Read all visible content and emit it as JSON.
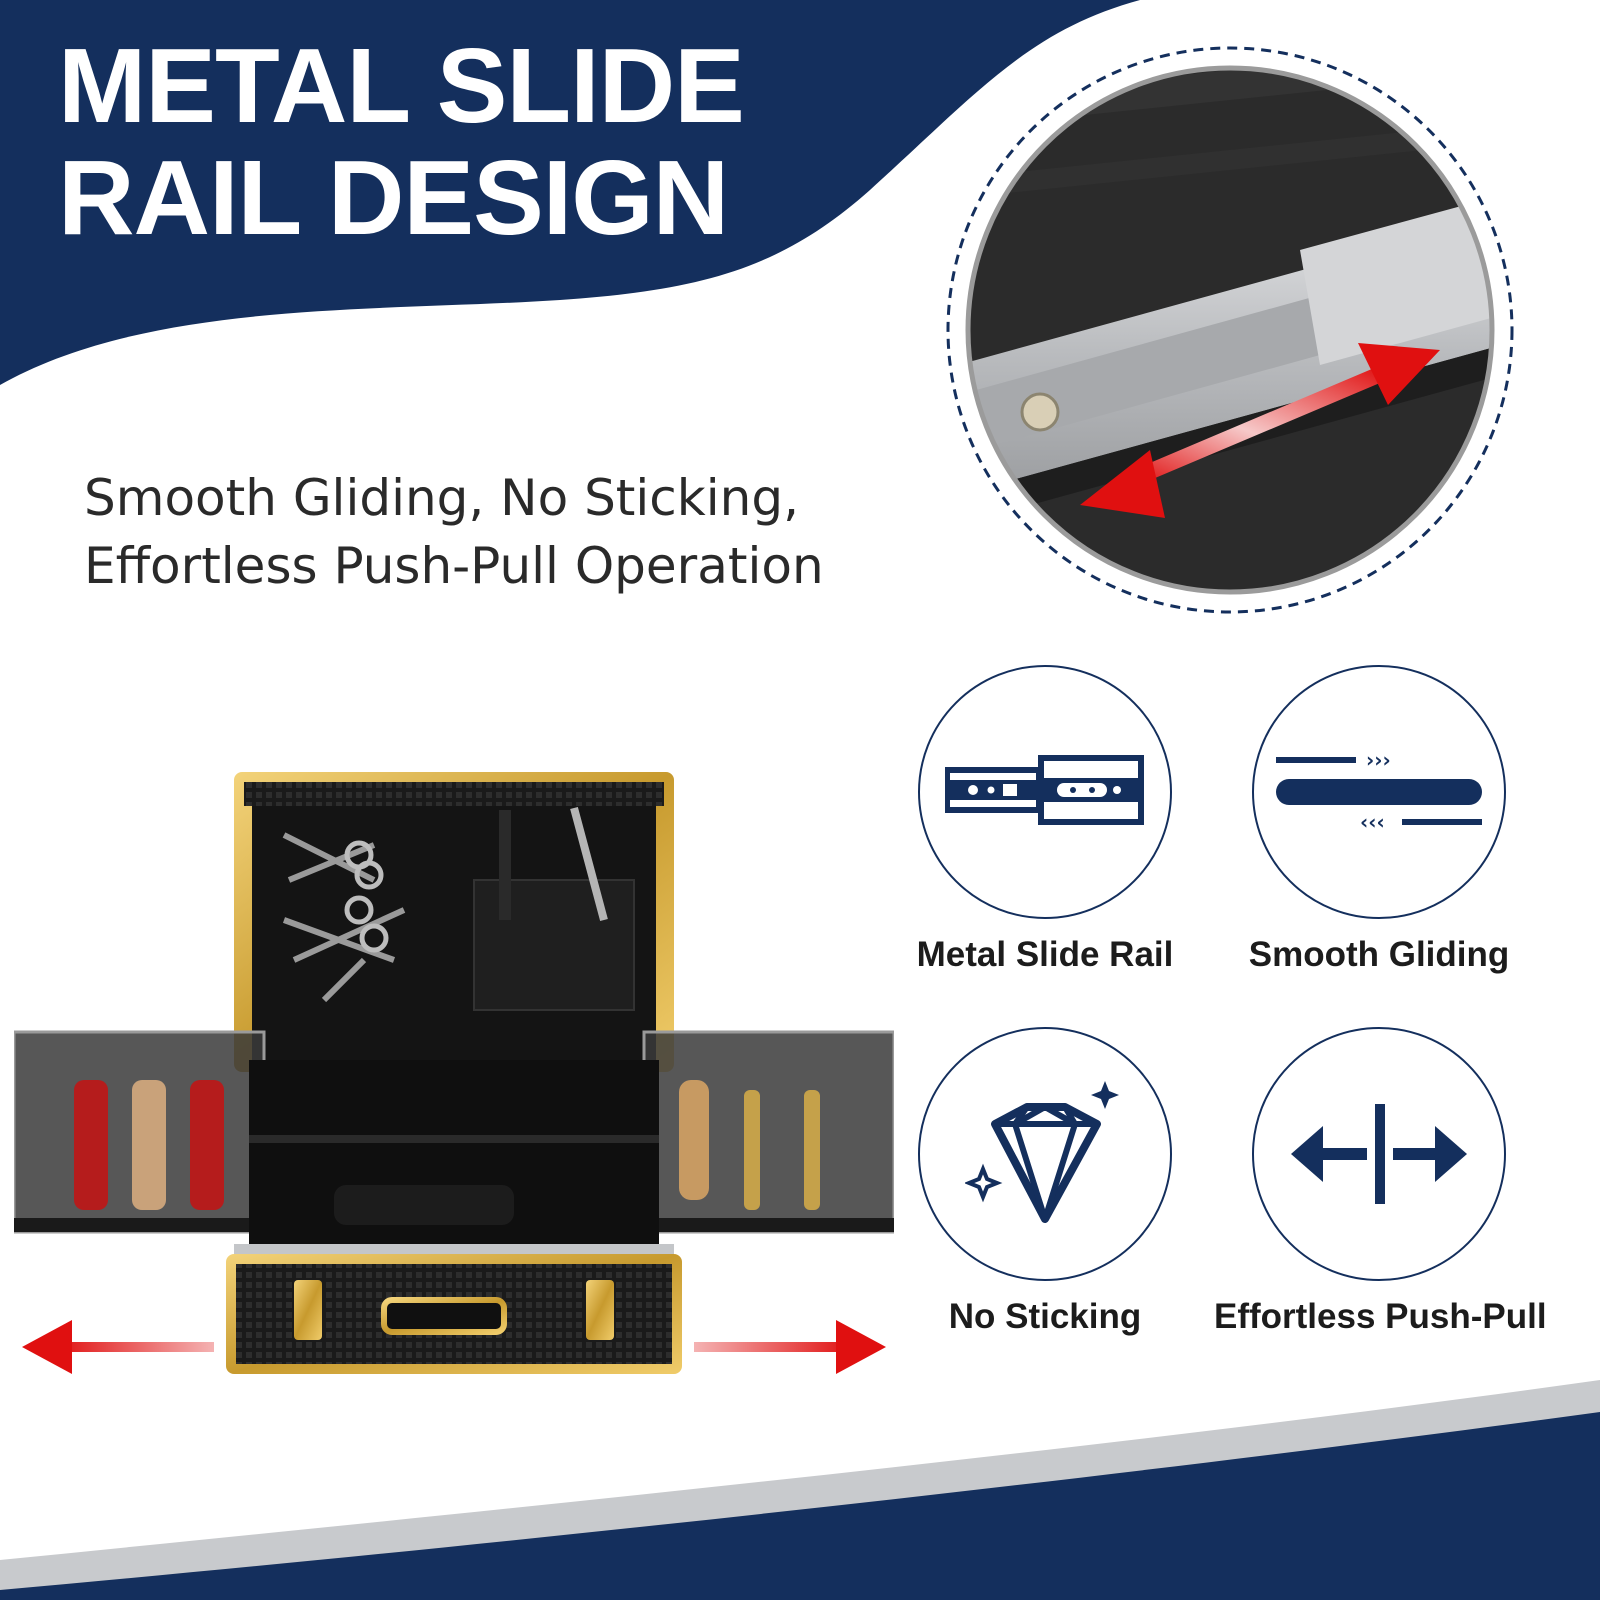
{
  "headline": {
    "line1": "METAL SLIDE",
    "line2": "RAIL DESIGN"
  },
  "subtitle": {
    "line1": "Smooth Gliding, No Sticking,",
    "line2": "Effortless Push-Pull Operation"
  },
  "colors": {
    "navy": "#142f5d",
    "arrow_red": "#e01010",
    "silver_band": "#c8cacd",
    "text_dark": "#2a2a2a"
  },
  "features": [
    {
      "label": "Metal Slide Rail",
      "icon": "slide-rail-icon"
    },
    {
      "label": "Smooth Gliding",
      "icon": "smooth-gliding-icon"
    },
    {
      "label": "No Sticking",
      "icon": "diamond-icon"
    },
    {
      "label": "Effortless Push-Pull",
      "icon": "push-pull-icon"
    }
  ],
  "zoom_view": {
    "icon": "double-arrow-icon"
  },
  "product": {
    "icon": "horizontal-double-arrow-icon"
  }
}
